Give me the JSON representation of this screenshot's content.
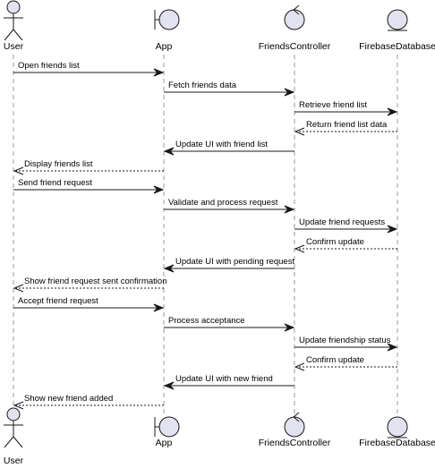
{
  "participants": [
    {
      "id": "user",
      "label": "User",
      "kind": "actor"
    },
    {
      "id": "app",
      "label": "App",
      "kind": "boundary"
    },
    {
      "id": "controller",
      "label": "FriendsController",
      "kind": "control"
    },
    {
      "id": "db",
      "label": "FirebaseDatabase",
      "kind": "entity"
    }
  ],
  "messages": [
    {
      "from": "user",
      "to": "app",
      "label": "Open friends list",
      "style": "solid"
    },
    {
      "from": "app",
      "to": "controller",
      "label": "Fetch friends data",
      "style": "solid"
    },
    {
      "from": "controller",
      "to": "db",
      "label": "Retrieve friend list",
      "style": "solid"
    },
    {
      "from": "db",
      "to": "controller",
      "label": "Return friend list data",
      "style": "dashed"
    },
    {
      "from": "controller",
      "to": "app",
      "label": "Update UI with friend list",
      "style": "solid"
    },
    {
      "from": "app",
      "to": "user",
      "label": "Display friends list",
      "style": "dashed"
    },
    {
      "from": "user",
      "to": "app",
      "label": "Send friend request",
      "style": "solid"
    },
    {
      "from": "app",
      "to": "controller",
      "label": "Validate and process request",
      "style": "solid"
    },
    {
      "from": "controller",
      "to": "db",
      "label": "Update friend requests",
      "style": "solid"
    },
    {
      "from": "db",
      "to": "controller",
      "label": "Confirm update",
      "style": "dashed"
    },
    {
      "from": "controller",
      "to": "app",
      "label": "Update UI with pending request",
      "style": "solid"
    },
    {
      "from": "app",
      "to": "user",
      "label": "Show friend request sent confirmation",
      "style": "dashed"
    },
    {
      "from": "user",
      "to": "app",
      "label": "Accept friend request",
      "style": "solid"
    },
    {
      "from": "app",
      "to": "controller",
      "label": "Process acceptance",
      "style": "solid"
    },
    {
      "from": "controller",
      "to": "db",
      "label": "Update friendship status",
      "style": "solid"
    },
    {
      "from": "db",
      "to": "controller",
      "label": "Confirm update",
      "style": "dashed"
    },
    {
      "from": "controller",
      "to": "app",
      "label": "Update UI with new friend",
      "style": "solid"
    },
    {
      "from": "app",
      "to": "user",
      "label": "Show new friend added",
      "style": "dashed"
    }
  ],
  "colors": {
    "shape_fill": "#e2e2f0",
    "stroke": "#181818",
    "lifeline": "#999999"
  }
}
